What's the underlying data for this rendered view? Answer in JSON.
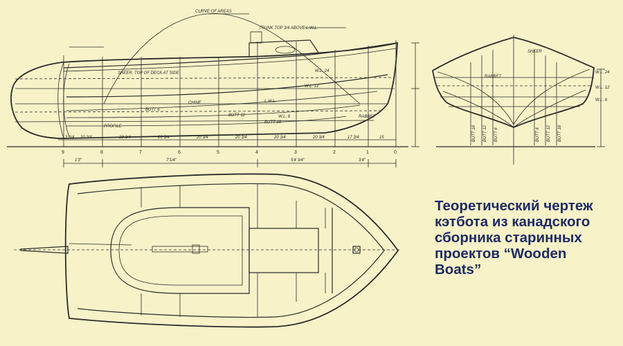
{
  "caption": {
    "lines": [
      "Теоретический чертеж",
      "кэтбота из канадского",
      "сборника старинных",
      "проектов “Wooden",
      "Boats”"
    ]
  },
  "profile": {
    "curve_label": "CURVE OF AREAS",
    "trunk_label": "TRUNK TOP 3/4 ABOVE L.W.L.",
    "sheer_label": "SHEER, TOP OF DECK AT SIDE",
    "lwl_label": "L.W.L.",
    "wl_labels": [
      "W.L. 24",
      "W.L. 12",
      "W.L. 6"
    ],
    "butt_labels": [
      "BUTT 6",
      "BUTT 12",
      "BUTT 18"
    ],
    "chine_label": "CHINE",
    "profile_label": "PROFILE",
    "rabbet_label": "RABBET",
    "stations": [
      "9",
      "8",
      "7",
      "6",
      "5",
      "4",
      "3",
      "2",
      "1",
      "0"
    ],
    "spacings": [
      "3 3/4",
      "20 3/4",
      "20 3/4",
      "20 3/4",
      "20 3/4",
      "20 3/4",
      "20 3/4",
      "20 3/4",
      "17 3/4",
      "15"
    ]
  },
  "body_plan": {
    "sheer_label": "SHEER",
    "rabbet_label": "RABBET",
    "wl_labels": [
      "W.L. 24",
      "W.L. 12",
      "W.L. 6"
    ],
    "butt_labels": [
      "BUTT 18",
      "BUTT 12",
      "BUTT 6",
      "BUTT 6",
      "BUTT 12",
      "BUTT 18"
    ]
  },
  "plan": {
    "dimensions": [
      "1'3\"",
      "7'1/4\"",
      "5'4 3/4\"",
      "3'4\""
    ]
  }
}
